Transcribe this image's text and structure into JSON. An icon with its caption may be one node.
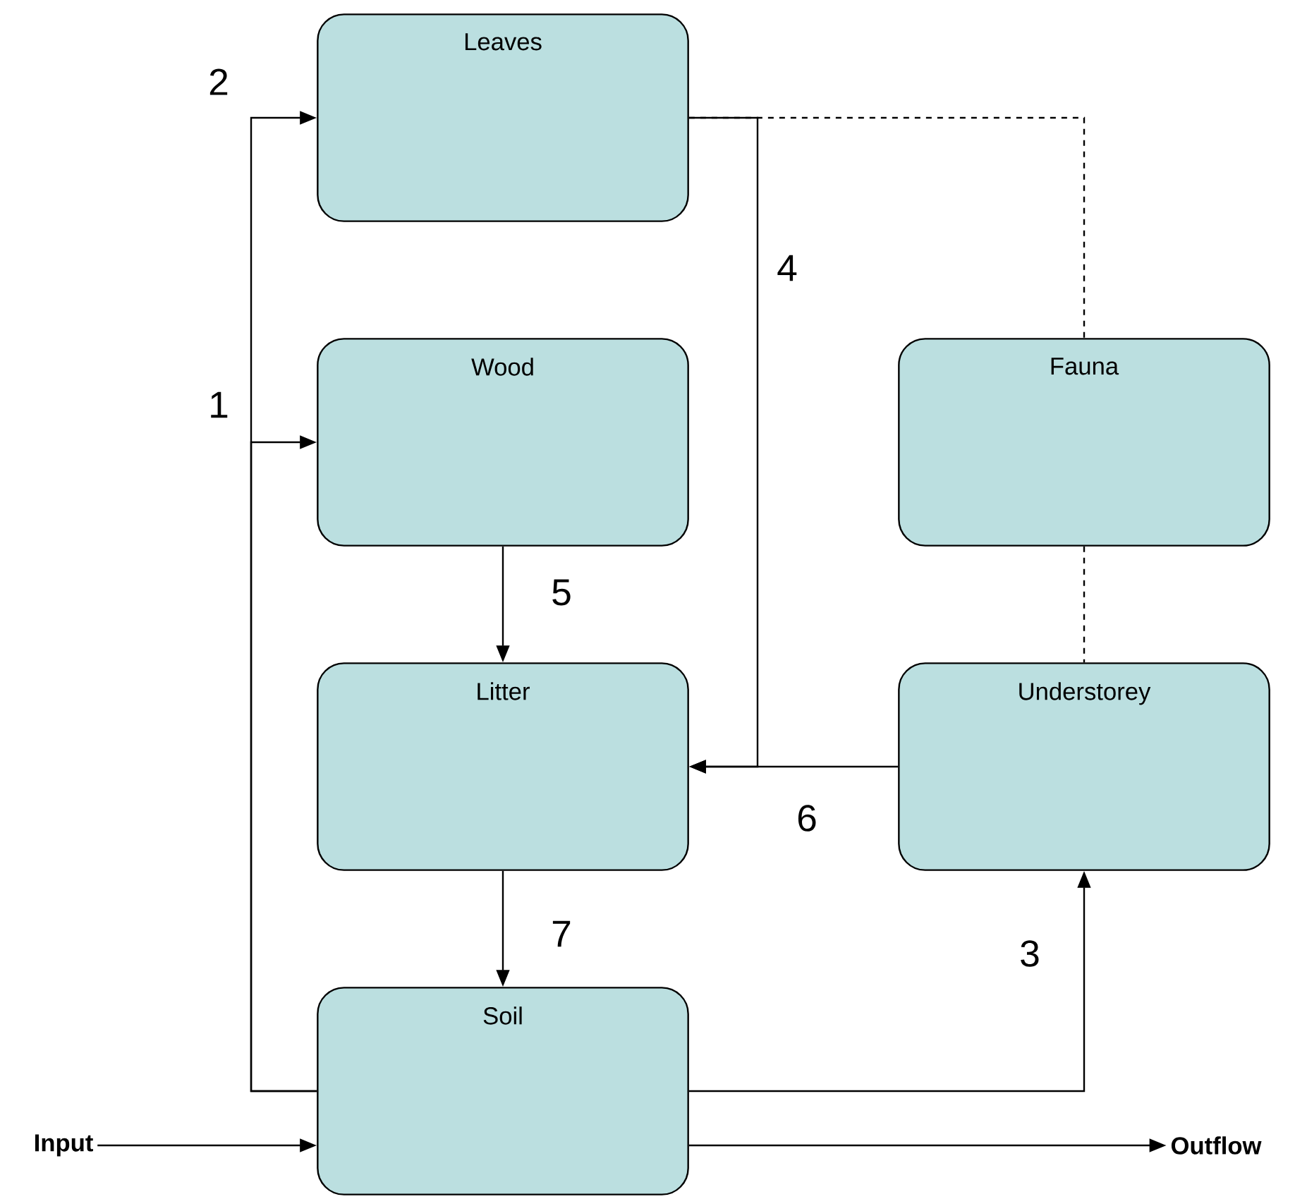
{
  "diagram": {
    "nodes": [
      {
        "text": [
          "Leaves"
        ]
      },
      {
        "text": [
          "Wood"
        ]
      },
      {
        "text": [
          "Fauna"
        ]
      },
      {
        "text": [
          "Litter"
        ]
      },
      {
        "text": [
          "Understorey"
        ]
      },
      {
        "text": [
          "Soil"
        ]
      },
      {
        "text": [
          "Input"
        ]
      },
      {
        "text": [
          "Outflow"
        ]
      }
    ],
    "edges": [
      {
        "from": 5,
        "to": 0,
        "arrow": "to",
        "label": "2"
      },
      {
        "from": 5,
        "to": 1,
        "arrow": "to",
        "label": "1"
      },
      {
        "from": 5,
        "to": 4,
        "arrow": "to",
        "label": "3"
      },
      {
        "from": 0,
        "to": 3,
        "arrow": "to",
        "label": "4"
      },
      {
        "from": 1,
        "to": 3,
        "arrow": "to",
        "label": "5"
      },
      {
        "from": 4,
        "to": 3,
        "arrow": "to",
        "label": "6"
      },
      {
        "from": 3,
        "to": 5,
        "arrow": "to",
        "label": "7"
      },
      {
        "from": 0,
        "to": 2,
        "arrow": "none",
        "style": "dashed"
      },
      {
        "from": 2,
        "to": 4,
        "arrow": "none",
        "style": "dashed"
      },
      {
        "from": 6,
        "to": 5,
        "arrow": "to"
      },
      {
        "from": 5,
        "to": 7,
        "arrow": "to"
      }
    ]
  }
}
